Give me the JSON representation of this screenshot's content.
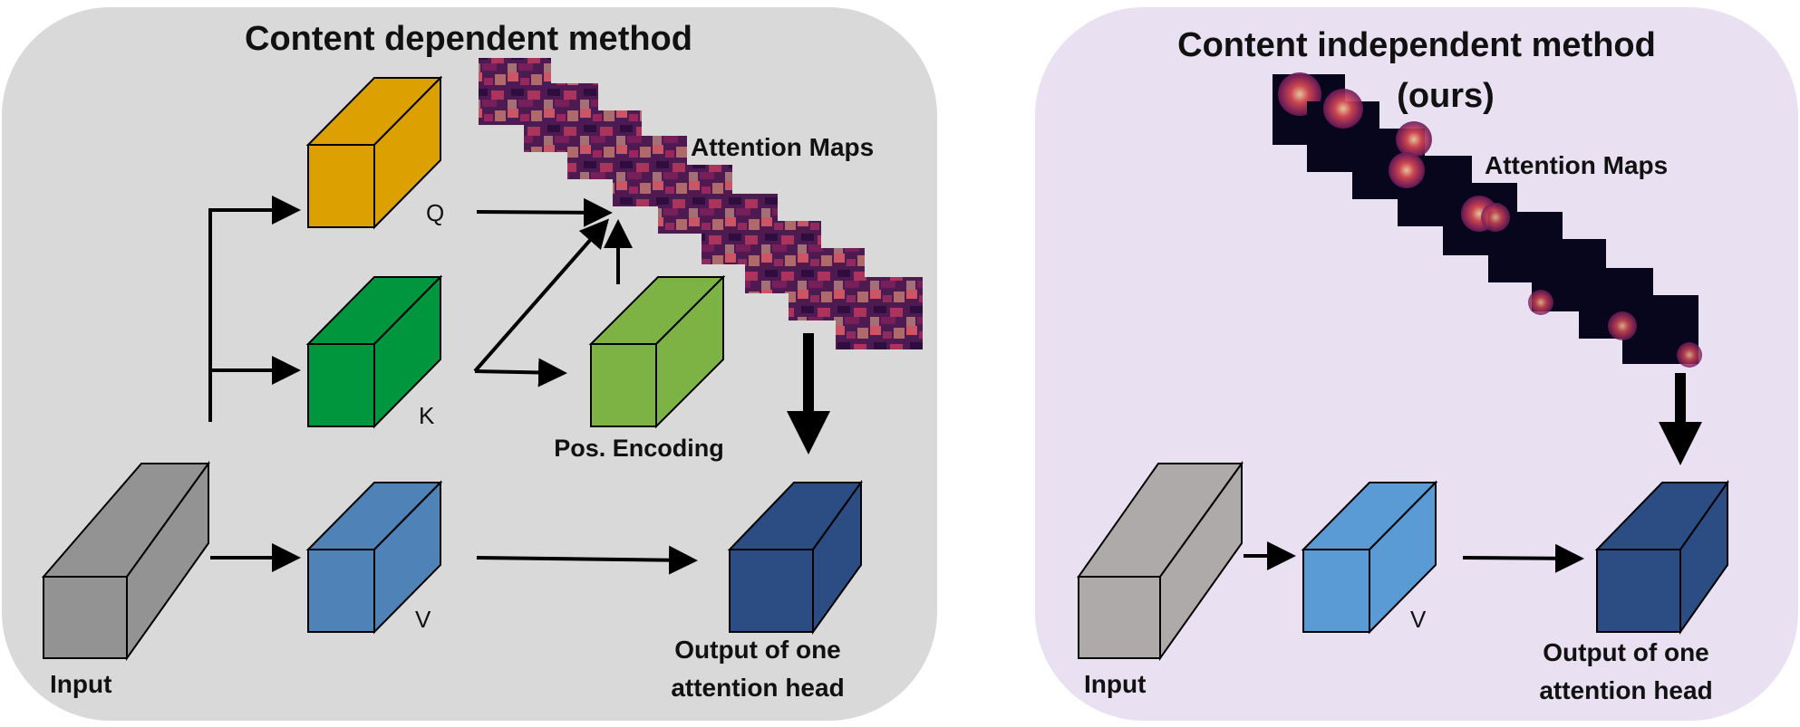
{
  "left_panel": {
    "title": "Content dependent method",
    "attention_label": "Attention Maps",
    "q_label": "Q",
    "k_label": "K",
    "v_label": "V",
    "pos_label": "Pos. Encoding",
    "input_label": "Input",
    "output_label_line1": "Output of one",
    "output_label_line2": "attention head"
  },
  "right_panel": {
    "title_line1": "Content independent method",
    "title_line2": "(ours)",
    "attention_label": "Attention Maps",
    "v_label": "V",
    "input_label": "Input",
    "output_label_line1": "Output of one",
    "output_label_line2": "attention head"
  },
  "colors": {
    "q_cube": "#dca000",
    "k_cube": "#00963e",
    "pos_cube": "#7db244",
    "v_cube_left": "#4f83b8",
    "v_cube_right": "#5b9bd5",
    "output_cube": "#2b4d84",
    "input_cube_left": "#939393",
    "input_cube_right": "#afaaaa",
    "left_panel_bg": "#d9d9d9",
    "right_panel_bg": "#e9e0f2"
  }
}
